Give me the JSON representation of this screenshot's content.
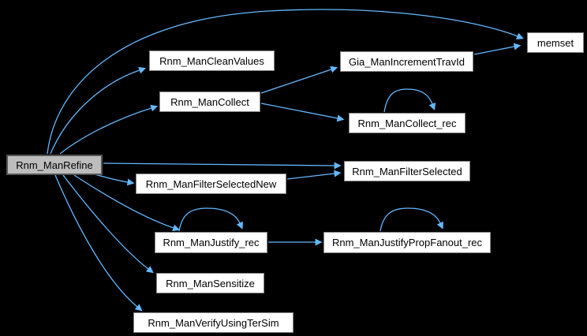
{
  "diagram_type": "function-call-graph",
  "colors": {
    "background": "#000000",
    "edge": "#63B8FF",
    "node_fill": "#ffffff",
    "node_border": "#848484",
    "node_text": "#000000",
    "root_fill": "#bdbdbd",
    "root_border": "#545454"
  },
  "nodes": [
    {
      "id": "refine",
      "label": "Rnm_ManRefine",
      "role": "root"
    },
    {
      "id": "cleanvalues",
      "label": "Rnm_ManCleanValues",
      "role": "callee"
    },
    {
      "id": "collect",
      "label": "Rnm_ManCollect",
      "role": "callee"
    },
    {
      "id": "travid",
      "label": "Gia_ManIncrementTravId",
      "role": "callee"
    },
    {
      "id": "memset",
      "label": "memset",
      "role": "callee"
    },
    {
      "id": "collect_rec",
      "label": "Rnm_ManCollect_rec",
      "role": "callee"
    },
    {
      "id": "filternew",
      "label": "Rnm_ManFilterSelectedNew",
      "role": "callee"
    },
    {
      "id": "filtersel",
      "label": "Rnm_ManFilterSelected",
      "role": "callee"
    },
    {
      "id": "justify",
      "label": "Rnm_ManJustify_rec",
      "role": "callee"
    },
    {
      "id": "propfanout",
      "label": "Rnm_ManJustifyPropFanout_rec",
      "role": "callee"
    },
    {
      "id": "sensitize",
      "label": "Rnm_ManSensitize",
      "role": "callee"
    },
    {
      "id": "verify",
      "label": "Rnm_ManVerifyUsingTerSim",
      "role": "callee"
    }
  ],
  "edges": [
    {
      "from": "Rnm_ManRefine",
      "to": "memset"
    },
    {
      "from": "Rnm_ManRefine",
      "to": "Rnm_ManCleanValues"
    },
    {
      "from": "Rnm_ManRefine",
      "to": "Rnm_ManCollect"
    },
    {
      "from": "Rnm_ManRefine",
      "to": "Rnm_ManFilterSelected"
    },
    {
      "from": "Rnm_ManRefine",
      "to": "Rnm_ManFilterSelectedNew"
    },
    {
      "from": "Rnm_ManRefine",
      "to": "Rnm_ManJustify_rec"
    },
    {
      "from": "Rnm_ManRefine",
      "to": "Rnm_ManSensitize"
    },
    {
      "from": "Rnm_ManRefine",
      "to": "Rnm_ManVerifyUsingTerSim"
    },
    {
      "from": "Rnm_ManCollect",
      "to": "Gia_ManIncrementTravId"
    },
    {
      "from": "Rnm_ManCollect",
      "to": "Rnm_ManCollect_rec"
    },
    {
      "from": "Rnm_ManCollect_rec",
      "to": "Rnm_ManCollect_rec"
    },
    {
      "from": "Gia_ManIncrementTravId",
      "to": "memset"
    },
    {
      "from": "Rnm_ManFilterSelectedNew",
      "to": "Rnm_ManFilterSelected"
    },
    {
      "from": "Rnm_ManJustify_rec",
      "to": "Rnm_ManJustify_rec"
    },
    {
      "from": "Rnm_ManJustify_rec",
      "to": "Rnm_ManJustifyPropFanout_rec"
    },
    {
      "from": "Rnm_ManJustifyPropFanout_rec",
      "to": "Rnm_ManJustifyPropFanout_rec"
    }
  ]
}
